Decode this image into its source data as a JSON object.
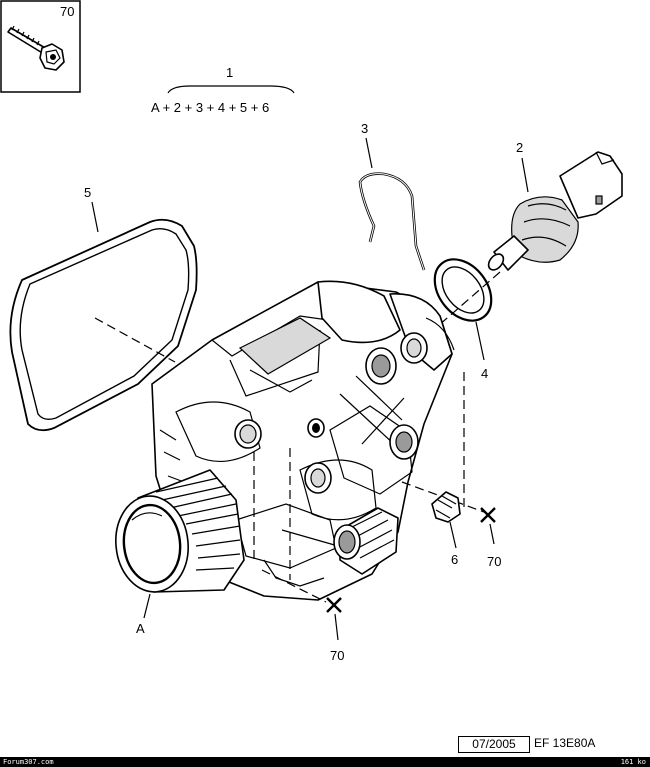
{
  "inset": {
    "label": "70"
  },
  "assembly": {
    "number": "1",
    "formula": "A + 2 + 3 + 4 + 5 + 6"
  },
  "callouts": {
    "part_2": "2",
    "part_3": "3",
    "part_4": "4",
    "part_5": "5",
    "part_6": "6",
    "part_a": "A",
    "screw_right": "70",
    "screw_bottom": "70"
  },
  "reference": {
    "date": "07/2005",
    "code": "EF 13E80A"
  },
  "footer": {
    "left": "Forum307.com",
    "right": "161 ko"
  }
}
